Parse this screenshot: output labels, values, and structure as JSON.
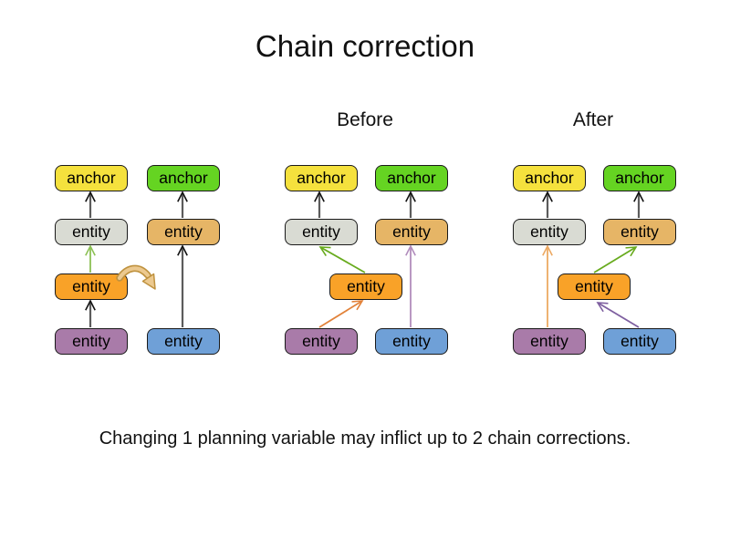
{
  "title": "Chain correction",
  "caption": "Changing 1 planning variable may inflict up to 2 chain corrections.",
  "groups": [
    {
      "name": "initial",
      "label": "",
      "boxes": [
        {
          "label": "anchor",
          "color": "yellow"
        },
        {
          "label": "anchor",
          "color": "green"
        },
        {
          "label": "entity",
          "color": "gray"
        },
        {
          "label": "entity",
          "color": "tan"
        },
        {
          "label": "entity",
          "color": "orange"
        },
        {
          "label": "entity",
          "color": "purple"
        },
        {
          "label": "entity",
          "color": "blue"
        }
      ]
    },
    {
      "name": "before",
      "label": "Before",
      "boxes": [
        {
          "label": "anchor",
          "color": "yellow"
        },
        {
          "label": "anchor",
          "color": "green"
        },
        {
          "label": "entity",
          "color": "gray"
        },
        {
          "label": "entity",
          "color": "tan"
        },
        {
          "label": "entity",
          "color": "orange"
        },
        {
          "label": "entity",
          "color": "purple"
        },
        {
          "label": "entity",
          "color": "blue"
        }
      ]
    },
    {
      "name": "after",
      "label": "After",
      "boxes": [
        {
          "label": "anchor",
          "color": "yellow"
        },
        {
          "label": "anchor",
          "color": "green"
        },
        {
          "label": "entity",
          "color": "gray"
        },
        {
          "label": "entity",
          "color": "tan"
        },
        {
          "label": "entity",
          "color": "orange"
        },
        {
          "label": "entity",
          "color": "purple"
        },
        {
          "label": "entity",
          "color": "blue"
        }
      ]
    }
  ],
  "colors": {
    "anchor_yellow": "#F5E13D",
    "anchor_green": "#65D422",
    "entity_gray": "#D9DBD3",
    "entity_tan": "#E6B566",
    "entity_orange": "#F9A228",
    "entity_purple": "#A97BA9",
    "entity_blue": "#6FA0D7",
    "box_border": "#1A1A1A",
    "arrow_gray": "#5C5C5C",
    "arrow_head_dark": "#111111",
    "arrow_green_light": "#8CC055",
    "arrow_green": "#68AB1E",
    "arrow_orange": "#E2823A",
    "arrow_orange_light": "#ECA963",
    "arrow_purple_light": "#B18CBC",
    "arrow_purple": "#7E5FA0",
    "move_arrow_fill": "#ECC98F",
    "move_arrow_outline": "#BF923F"
  }
}
